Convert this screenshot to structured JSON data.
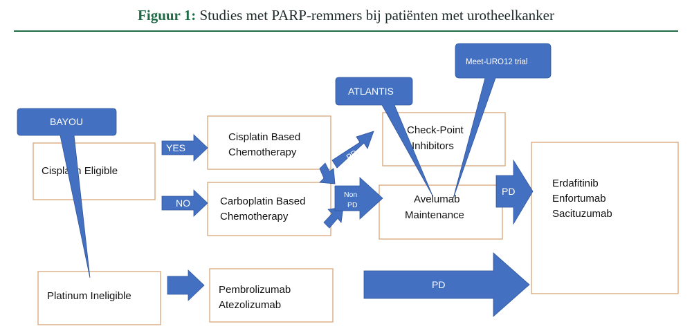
{
  "figure": {
    "title_lead": "Figuur 1:",
    "title_rest": " Studies met PARP-remmers bij patiënten met urotheelkanker"
  },
  "boxes": {
    "cisplatin_eligible": "Cisplatin Eligible",
    "platinum_ineligible": "Platinum Ineligible",
    "cisplatin_chemo_1": "Cisplatin Based",
    "cisplatin_chemo_2": "Chemotherapy",
    "carboplatin_chemo_1": "Carboplatin Based",
    "carboplatin_chemo_2": "Chemotherapy",
    "checkpoint_1": "Check-Point",
    "checkpoint_2": "Inhibitors",
    "avelumab_1": "Avelumab",
    "avelumab_2": "Maintenance",
    "pembro_1": "Pembrolizumab",
    "pembro_2": "Atezolizumab",
    "final_1": "Erdafitinib",
    "final_2": "Enfortumab",
    "final_3": "Sacituzumab"
  },
  "arrows": {
    "yes": "YES",
    "no": "NO",
    "pd_up": "PD",
    "non_pd_1": "Non",
    "non_pd_2": "PD",
    "pd_right": "PD",
    "pd_bottom": "PD"
  },
  "callouts": {
    "bayou": "BAYOU",
    "atlantis": "ATLANTIS",
    "meet_uro12": "Meet-URO12 trial"
  }
}
